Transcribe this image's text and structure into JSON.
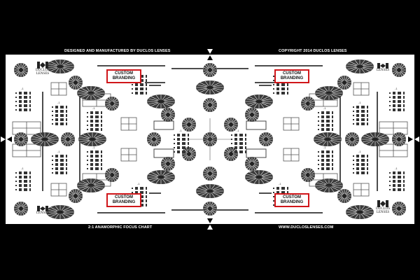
{
  "chart": {
    "title_top_left": "DESIGNED AND MANUFACTURED BY DUCLOS LENSES",
    "title_top_right": "COPYRIGHT 2014 DUCLOS LENSES",
    "title_bottom_left": "2:1 ANAMORPHIC FOCUS CHART",
    "title_bottom_right": "WWW.DUCLOSLENSES.COM",
    "branding": [
      {
        "line1": "CUSTOM",
        "line2": "BRANDING"
      },
      {
        "line1": "CUSTOM",
        "line2": "BRANDING"
      },
      {
        "line1": "CUSTOM",
        "line2": "BRANDING"
      },
      {
        "line1": "CUSTOM",
        "line2": "BRANDING"
      }
    ],
    "logo": {
      "name": "DUCLOS",
      "sub": "LENSES"
    },
    "colors": {
      "background": "#000000",
      "chart": "#ffffff",
      "pattern": "#333333",
      "branding_border": "#d0161a"
    }
  }
}
